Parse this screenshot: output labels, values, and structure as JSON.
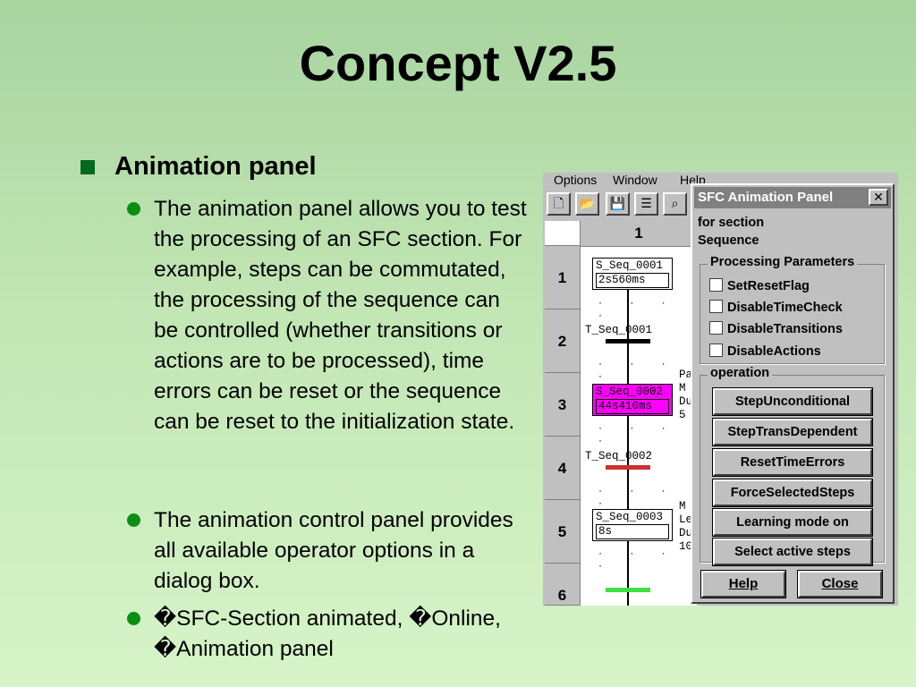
{
  "slide": {
    "title": "Concept V2.5",
    "bullet1": "Animation panel",
    "sub_bullets": [
      "The animation panel allows you to test the processing of an SFC section. For example, steps can be commutated, the processing of the sequence can be controlled (whether transitions or actions are to be processed), time errors can be reset or the sequence can be reset to the initialization state.",
      "The animation control panel provides all available operator options in a dialog box.",
      "�SFC-Section animated, �Online,  �Animation  panel"
    ]
  },
  "screenshot": {
    "menu": [
      "Options",
      "Window",
      "Help"
    ],
    "column_header": "1",
    "row_numbers": [
      "1",
      "2",
      "3",
      "4",
      "5",
      "6"
    ],
    "steps": [
      {
        "name": "S_Seq_0001",
        "time": "2s560ms"
      },
      {
        "name": "S_Seq_0002",
        "time": "44s410ms"
      },
      {
        "name": "S_Seq_0003",
        "time": "8s"
      }
    ],
    "transitions": [
      "T_Seq_0001",
      "T_Seq_0002"
    ],
    "side_text_a": "Pa\nM\nDu\n5",
    "side_text_b": "M\nLe\nDu\n10",
    "colors": {
      "active_step": "#ff00ff",
      "trans_false": "#d03030",
      "trans_true": "#40e040"
    }
  },
  "dialog": {
    "title": "SFC Animation Panel",
    "close_glyph": "✕",
    "for_section_label": "for section",
    "section_name": "Sequence",
    "group1_title": "Processing Parameters",
    "checkboxes": [
      "SetResetFlag",
      "DisableTimeCheck",
      "DisableTransitions",
      "DisableActions"
    ],
    "group2_title": "operation",
    "buttons": [
      "StepUnconditional",
      "StepTransDependent",
      "ResetTimeErrors",
      "ForceSelectedSteps",
      "Learning mode on",
      "Select active steps"
    ],
    "help_label": "Help",
    "close_label": "Close"
  }
}
